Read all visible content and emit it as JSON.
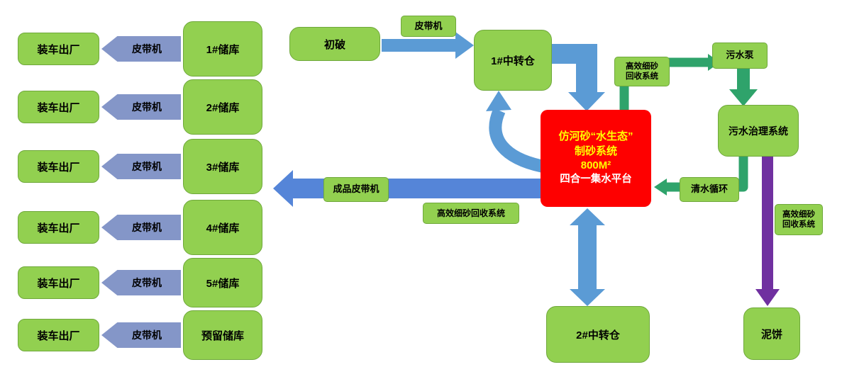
{
  "colors": {
    "green_box": "#92D050",
    "red_box": "#FE0000",
    "blue_arrow": "#5B9BD5",
    "belt_arrow": "#8496C8",
    "green_arrow": "#2FA36B",
    "purple_arrow": "#7030A0"
  },
  "left_flow": {
    "rows": [
      {
        "dest": "装车出厂",
        "belt": "皮带机",
        "store": "1#储库"
      },
      {
        "dest": "装车出厂",
        "belt": "皮带机",
        "store": "2#储库"
      },
      {
        "dest": "装车出厂",
        "belt": "皮带机",
        "store": "3#储库"
      },
      {
        "dest": "装车出厂",
        "belt": "皮带机",
        "store": "4#储库"
      },
      {
        "dest": "装车出厂",
        "belt": "皮带机",
        "store": "5#储库"
      },
      {
        "dest": "装车出厂",
        "belt": "皮带机",
        "store": "预留储库"
      }
    ]
  },
  "top_flow": {
    "crusher": "初破",
    "belt": "皮带机",
    "transfer1": "1#中转仓"
  },
  "center": {
    "line1": "仿河砂“水生态”",
    "line2": "制砂系统",
    "line3": "800M²",
    "line4": "四合一集水平台"
  },
  "labels": {
    "fine_sand_top": "高效细砂\n回收系统",
    "sewage_pump": "污水泵",
    "sewage_system": "污水治理系统",
    "clean_water": "清水循环",
    "fine_sand_right": "高效细砂\n回收系统",
    "mud_cake": "泥饼",
    "product_belt": "成品皮带机",
    "fine_sand_mid": "高效细砂回收系统",
    "transfer2": "2#中转仓"
  }
}
